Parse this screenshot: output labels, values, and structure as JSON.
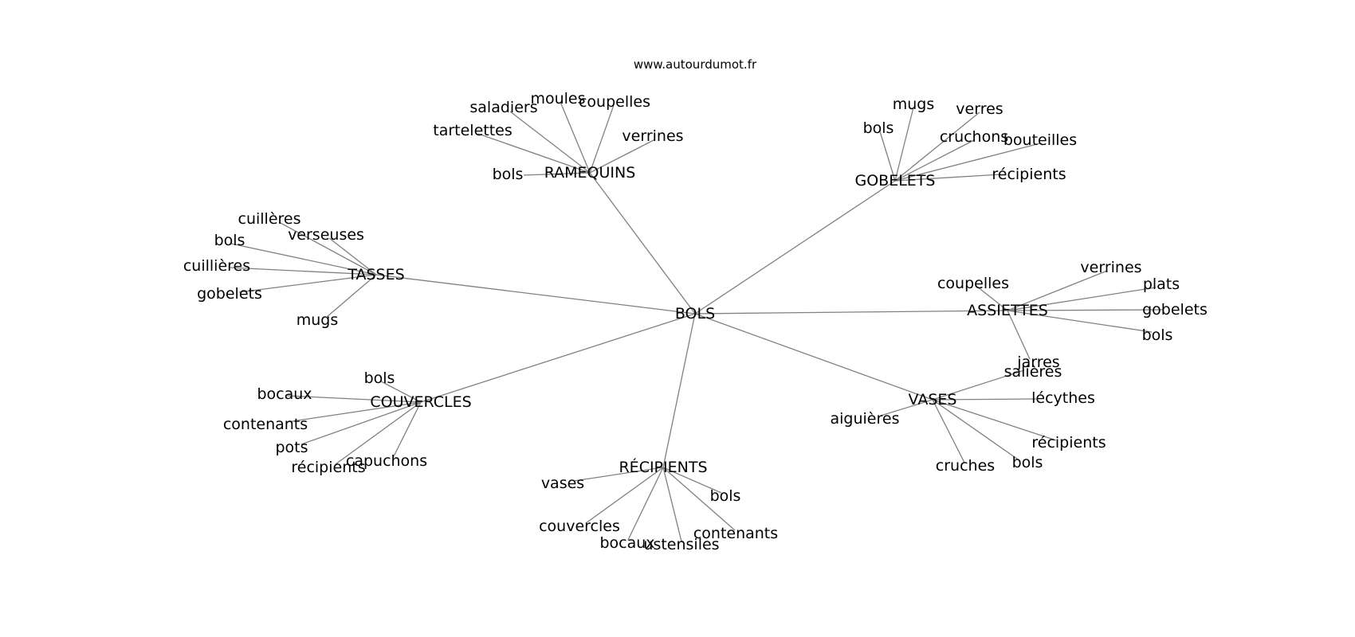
{
  "title": "www.autourdumot.fr",
  "colors": {
    "edge": "#808080",
    "text": "#000000",
    "background": "#ffffff"
  },
  "center": {
    "id": "bols_center",
    "label": "BOLS"
  },
  "nodes": [
    {
      "id": "bols_center",
      "label": "BOLS"
    },
    {
      "id": "ramequins",
      "label": "RAMEQUINS"
    },
    {
      "id": "gobelets",
      "label": "GOBELETS"
    },
    {
      "id": "tasses",
      "label": "TASSES"
    },
    {
      "id": "assiettes",
      "label": "ASSIETTES"
    },
    {
      "id": "couvercles",
      "label": "COUVERCLES"
    },
    {
      "id": "vases",
      "label": "VASES"
    },
    {
      "id": "recipients",
      "label": "RÉCIPIENTS"
    },
    {
      "id": "ram_saladiers",
      "label": "saladiers"
    },
    {
      "id": "ram_moules",
      "label": "moules"
    },
    {
      "id": "ram_coupelles",
      "label": "coupelles"
    },
    {
      "id": "ram_tartelettes",
      "label": "tartelettes"
    },
    {
      "id": "ram_verrines",
      "label": "verrines"
    },
    {
      "id": "ram_bols",
      "label": "bols"
    },
    {
      "id": "gob_mugs",
      "label": "mugs"
    },
    {
      "id": "gob_verres",
      "label": "verres"
    },
    {
      "id": "gob_bols",
      "label": "bols"
    },
    {
      "id": "gob_cruchons",
      "label": "cruchons"
    },
    {
      "id": "gob_bouteilles",
      "label": "bouteilles"
    },
    {
      "id": "gob_recipients",
      "label": "récipients"
    },
    {
      "id": "tas_cuilleres",
      "label": "cuillères"
    },
    {
      "id": "tas_verseuses",
      "label": "verseuses"
    },
    {
      "id": "tas_bols",
      "label": "bols"
    },
    {
      "id": "tas_cuillieres",
      "label": "cuillières"
    },
    {
      "id": "tas_gobelets",
      "label": "gobelets"
    },
    {
      "id": "tas_mugs",
      "label": "mugs"
    },
    {
      "id": "ass_verrines",
      "label": "verrines"
    },
    {
      "id": "ass_coupelles",
      "label": "coupelles"
    },
    {
      "id": "ass_plats",
      "label": "plats"
    },
    {
      "id": "ass_gobelets",
      "label": "gobelets"
    },
    {
      "id": "ass_bols",
      "label": "bols"
    },
    {
      "id": "ass_jarres",
      "label": "jarres"
    },
    {
      "id": "cou_bols",
      "label": "bols"
    },
    {
      "id": "cou_bocaux",
      "label": "bocaux"
    },
    {
      "id": "cou_contenants",
      "label": "contenants"
    },
    {
      "id": "cou_pots",
      "label": "pots"
    },
    {
      "id": "cou_capuchons",
      "label": "capuchons"
    },
    {
      "id": "cou_recipients",
      "label": "récipients"
    },
    {
      "id": "vas_salieres",
      "label": "salières"
    },
    {
      "id": "vas_lecythes",
      "label": "lécythes"
    },
    {
      "id": "vas_aiguieres",
      "label": "aiguières"
    },
    {
      "id": "vas_recipients",
      "label": "récipients"
    },
    {
      "id": "vas_bols",
      "label": "bols"
    },
    {
      "id": "vas_cruches",
      "label": "cruches"
    },
    {
      "id": "rec_vases",
      "label": "vases"
    },
    {
      "id": "rec_bols",
      "label": "bols"
    },
    {
      "id": "rec_couvercles",
      "label": "couvercles"
    },
    {
      "id": "rec_contenants",
      "label": "contenants"
    },
    {
      "id": "rec_bocaux",
      "label": "bocaux"
    },
    {
      "id": "rec_ustensiles",
      "label": "ustensiles"
    }
  ],
  "edges": [
    [
      "bols_center",
      "ramequins"
    ],
    [
      "bols_center",
      "gobelets"
    ],
    [
      "bols_center",
      "tasses"
    ],
    [
      "bols_center",
      "assiettes"
    ],
    [
      "bols_center",
      "couvercles"
    ],
    [
      "bols_center",
      "vases"
    ],
    [
      "bols_center",
      "recipients"
    ],
    [
      "ramequins",
      "ram_saladiers"
    ],
    [
      "ramequins",
      "ram_moules"
    ],
    [
      "ramequins",
      "ram_coupelles"
    ],
    [
      "ramequins",
      "ram_tartelettes"
    ],
    [
      "ramequins",
      "ram_verrines"
    ],
    [
      "ramequins",
      "ram_bols"
    ],
    [
      "gobelets",
      "gob_mugs"
    ],
    [
      "gobelets",
      "gob_verres"
    ],
    [
      "gobelets",
      "gob_bols"
    ],
    [
      "gobelets",
      "gob_cruchons"
    ],
    [
      "gobelets",
      "gob_bouteilles"
    ],
    [
      "gobelets",
      "gob_recipients"
    ],
    [
      "tasses",
      "tas_cuilleres"
    ],
    [
      "tasses",
      "tas_verseuses"
    ],
    [
      "tasses",
      "tas_bols"
    ],
    [
      "tasses",
      "tas_cuillieres"
    ],
    [
      "tasses",
      "tas_gobelets"
    ],
    [
      "tasses",
      "tas_mugs"
    ],
    [
      "assiettes",
      "ass_verrines"
    ],
    [
      "assiettes",
      "ass_coupelles"
    ],
    [
      "assiettes",
      "ass_plats"
    ],
    [
      "assiettes",
      "ass_gobelets"
    ],
    [
      "assiettes",
      "ass_bols"
    ],
    [
      "assiettes",
      "ass_jarres"
    ],
    [
      "couvercles",
      "cou_bols"
    ],
    [
      "couvercles",
      "cou_bocaux"
    ],
    [
      "couvercles",
      "cou_contenants"
    ],
    [
      "couvercles",
      "cou_pots"
    ],
    [
      "couvercles",
      "cou_capuchons"
    ],
    [
      "couvercles",
      "cou_recipients"
    ],
    [
      "vases",
      "vas_salieres"
    ],
    [
      "vases",
      "vas_lecythes"
    ],
    [
      "vases",
      "vas_aiguieres"
    ],
    [
      "vases",
      "vas_recipients"
    ],
    [
      "vases",
      "vas_bols"
    ],
    [
      "vases",
      "vas_cruches"
    ],
    [
      "recipients",
      "rec_vases"
    ],
    [
      "recipients",
      "rec_bols"
    ],
    [
      "recipients",
      "rec_couvercles"
    ],
    [
      "recipients",
      "rec_contenants"
    ],
    [
      "recipients",
      "rec_bocaux"
    ],
    [
      "recipients",
      "rec_ustensiles"
    ]
  ]
}
